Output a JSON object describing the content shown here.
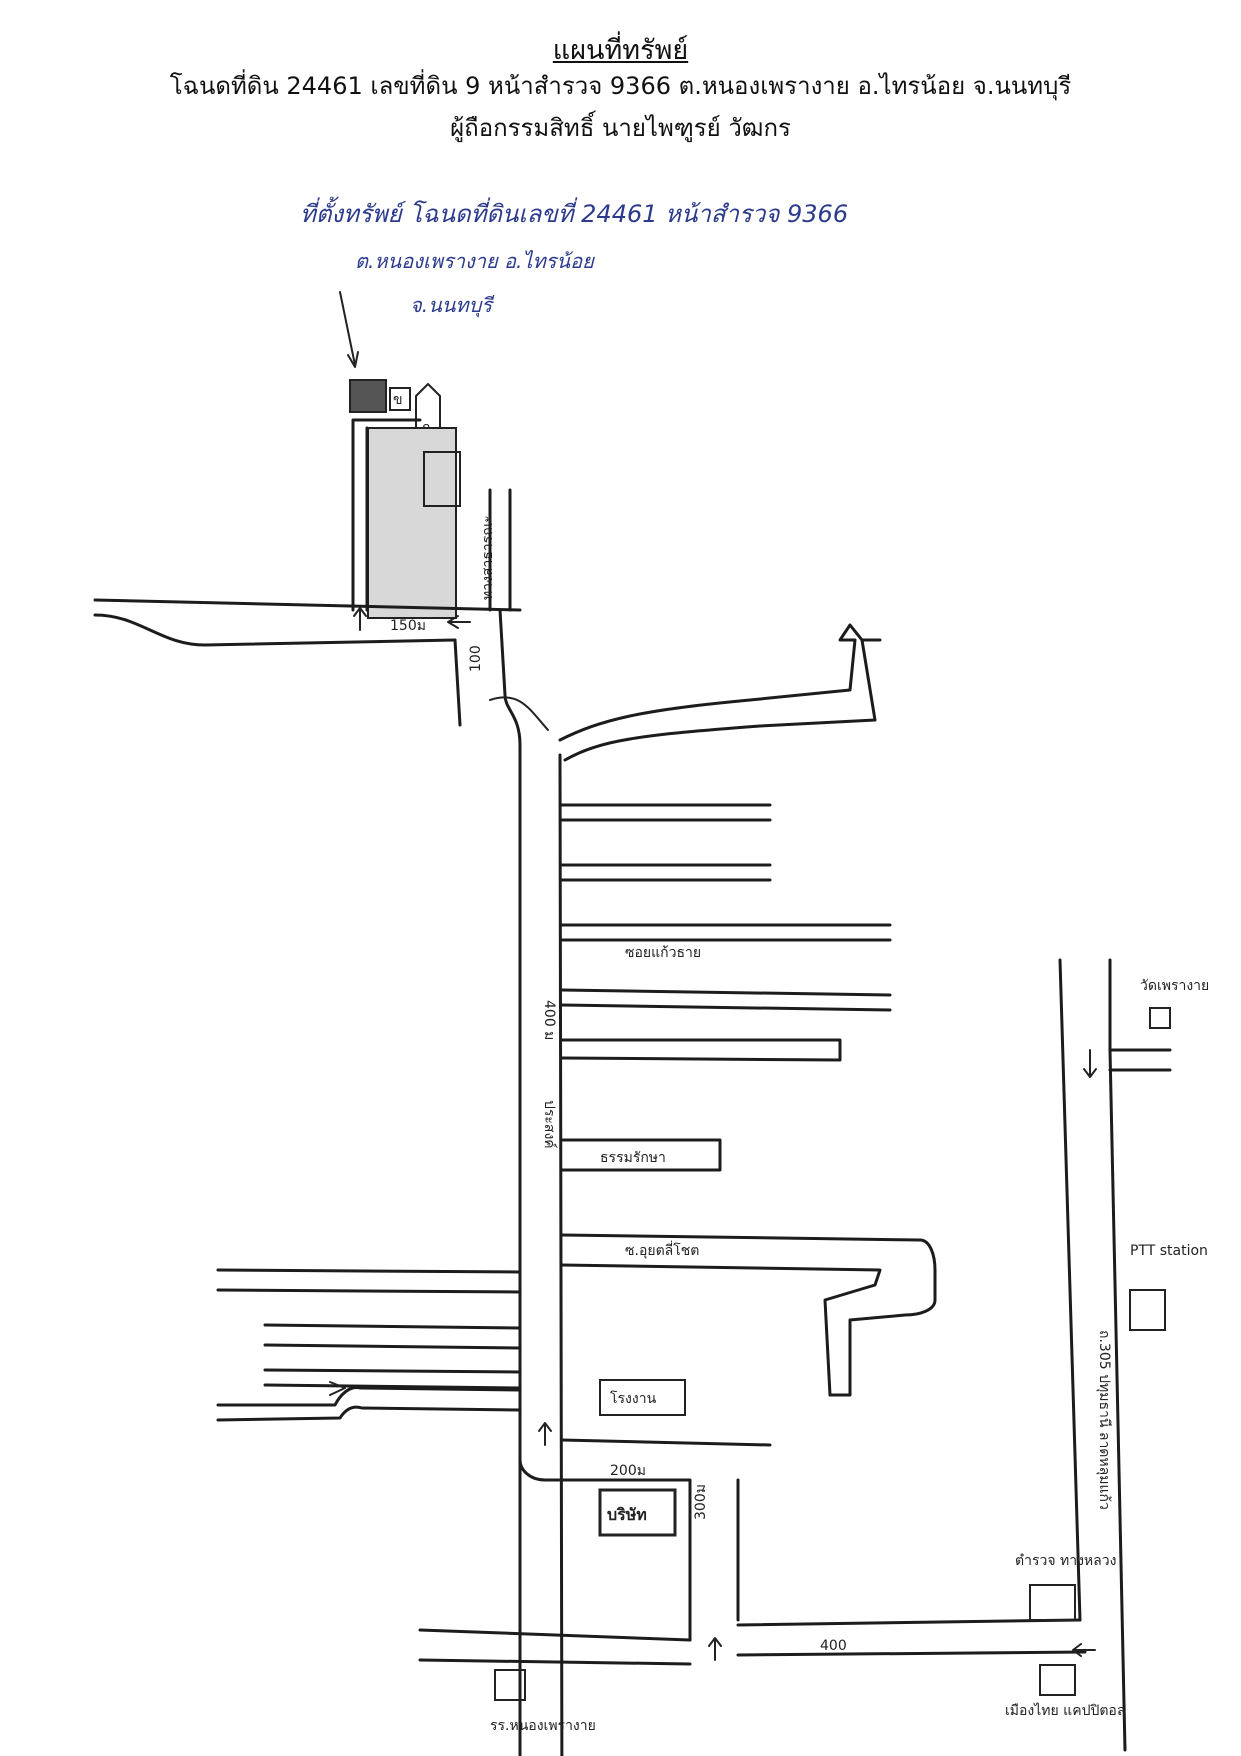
{
  "header": {
    "title": "แผนที่ทรัพย์",
    "line1": "โฉนดที่ดิน 24461 เลขที่ดิน 9 หน้าสำรวจ 9366 ต.หนองเพรางาย อ.ไทรน้อย จ.นนทบุรี",
    "line2": "ผู้ถือกรรมสิทธิ์  นายไพฑูรย์  วัฒกร"
  },
  "note": {
    "line1": "ที่ตั้งทรัพย์ โฉนดที่ดินเลขที่ 24461 หน้าสำรวจ 9366",
    "line2": "ต.หนองเพรางาย   อ.ไทรน้อย",
    "line3": "จ.นนทบุรี"
  },
  "labels": {
    "plot_shop": "ข",
    "plot_house": "ก",
    "canal": "ทางสาธารณะ",
    "dist_150": "150ม",
    "dist_100": "100",
    "soi_1": "ซอยแก้วธาย",
    "road_400": "400 ม",
    "road_name": "ประสงค์",
    "soi_2": "ธรรมรักษา",
    "soi_3": "ซ.อุยตลี่โชต",
    "factory": "โรงงาน",
    "dist_200": "200ม",
    "company": "บริษัท",
    "dist_300": "300ม",
    "dist_400": "400",
    "temple": "วัดเพรางาย",
    "ptt": "PTT station",
    "main_road": "ถ.305 ปทุมธานี ลาดหลุมแก้ว",
    "police": "ตำรวจ ทางหลวง",
    "mueangthai": "เมืองไทย แคปปิตอล",
    "school": "รร.หนองเพรางาย"
  }
}
